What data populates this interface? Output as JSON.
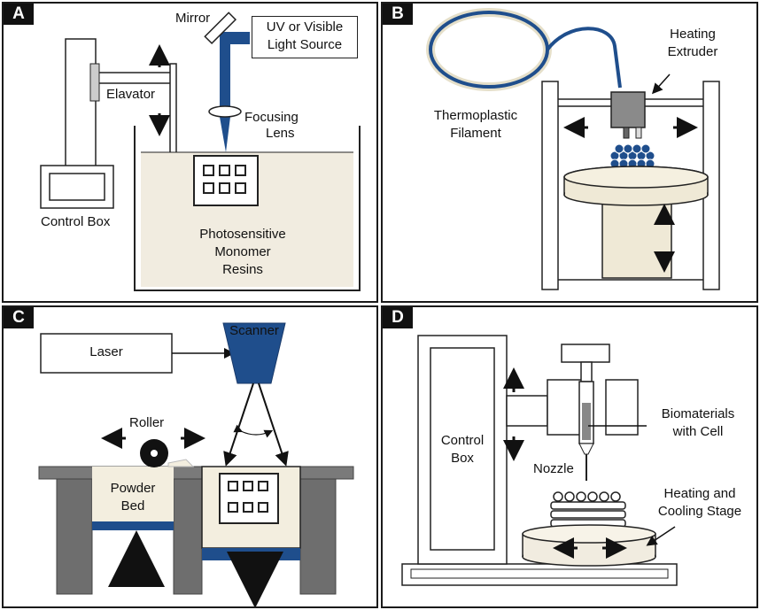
{
  "panels": {
    "a": {
      "tag": "A",
      "mirror": "Mirror",
      "light_source_1": "UV or Visible",
      "light_source_2": "Light Source",
      "elevator": "Elavator",
      "focusing_1": "Focusing",
      "focusing_2": "Lens",
      "control_box": "Control Box",
      "resin_1": "Photosensitive",
      "resin_2": "Monomer",
      "resin_3": "Resins"
    },
    "b": {
      "tag": "B",
      "heating_1": "Heating",
      "heating_2": "Extruder",
      "filament_1": "Thermoplastic",
      "filament_2": "Filament"
    },
    "c": {
      "tag": "C",
      "laser": "Laser",
      "scanner": "Scanner",
      "roller": "Roller",
      "powder_1": "Powder",
      "powder_2": "Bed"
    },
    "d": {
      "tag": "D",
      "control_1": "Control",
      "control_2": "Box",
      "bio_1": "Biomaterials",
      "bio_2": "with Cell",
      "nozzle": "Nozzle",
      "stage_1": "Heating and",
      "stage_2": "Cooling Stage"
    }
  },
  "colors": {
    "beam_blue": "#1f4e8c",
    "resin": "#f1ece0",
    "gray": "#6e6e6e"
  }
}
